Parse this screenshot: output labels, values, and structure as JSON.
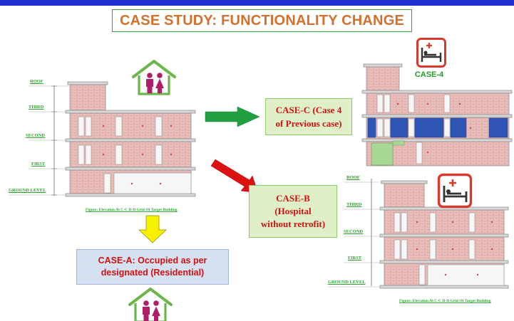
{
  "colors": {
    "top_bar": "#1f2fd0",
    "title_text": "#d5702c",
    "green_label": "#2aa52a",
    "case_text_red": "#d21010",
    "case4_text": "#239a23",
    "brick": "#ecc4c0",
    "window_blue": "#2f55b5",
    "house_roof": "#6bb54a",
    "people": "#b01e6a",
    "hospital_icon": "#d63a2c",
    "arrow_green": "#22a040",
    "arrow_red": "#dd1111",
    "arrow_yellow": "#f7f000"
  },
  "header": {
    "title": "CASE STUDY: FUNCTIONALITY CHANGE"
  },
  "left_building": {
    "levels": [
      "ROOF",
      "THIRD",
      "SECOND",
      "FIRST",
      "GROUND LEVEL"
    ],
    "caption": "Figure: Elevation At C-C D-D Grid Of Target Building"
  },
  "right_bottom_building": {
    "levels": [
      "ROOF",
      "THIRD",
      "SECOND",
      "FIRST",
      "GROUND LEVEL"
    ],
    "caption": "Figure: Elevation At C-C D-D Grid Of Target Building"
  },
  "case_labels": {
    "case_c": "CASE-C (Case 4\nof Previous case)",
    "case_b": "CASE-B\n(Hospital\nwithout retrofit)",
    "case_a": "CASE-A: Occupied as per\ndesignated (Residential)",
    "case_4": "CASE-4"
  },
  "icons": [
    "house-family-icon",
    "hospital-bed-icon"
  ]
}
